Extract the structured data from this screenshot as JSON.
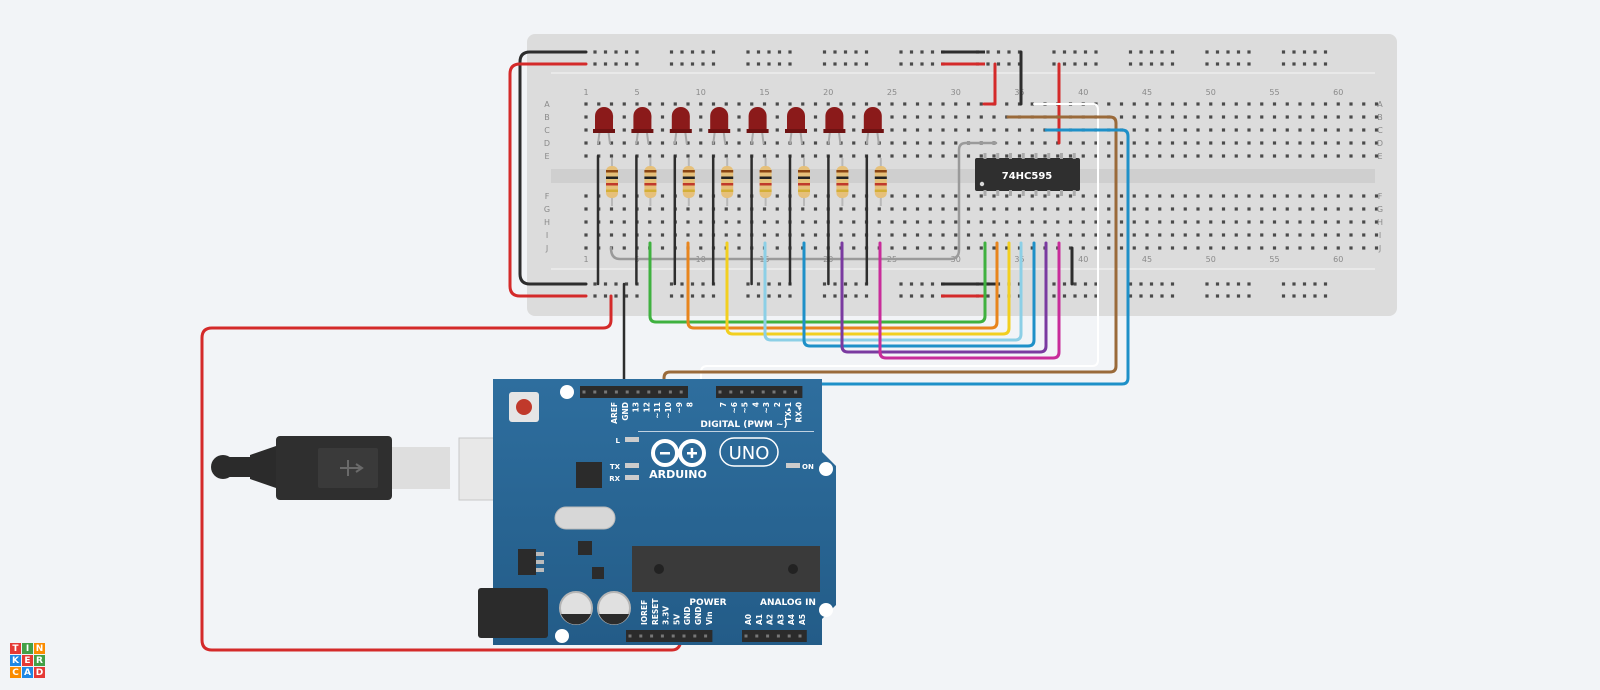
{
  "breadboard": {
    "column_numbers": [
      "1",
      "5",
      "10",
      "15",
      "20",
      "25",
      "30",
      "35",
      "40",
      "45",
      "50",
      "55",
      "60"
    ],
    "row_letters_top": [
      "A",
      "B",
      "C",
      "D",
      "E"
    ],
    "row_letters_bottom": [
      "F",
      "G",
      "H",
      "I",
      "J"
    ]
  },
  "chip": {
    "label": "74HC595"
  },
  "arduino": {
    "brand": "ARDUINO",
    "model": "UNO",
    "digital_label": "DIGITAL (PWM ~)",
    "power_label": "POWER",
    "analog_label": "ANALOG IN",
    "on_label": "ON",
    "led_labels": [
      "L",
      "TX",
      "RX"
    ],
    "top_pins": [
      "AREF",
      "GND",
      "13",
      "12",
      "~11",
      "~10",
      "~9",
      "8",
      "7",
      "~6",
      "~5",
      "4",
      "~3",
      "2",
      "TX▸1",
      "RX◂0"
    ],
    "power_pins": [
      "IOREF",
      "RESET",
      "3.3V",
      "5V",
      "GND",
      "GND",
      "Vin"
    ],
    "analog_pins": [
      "A0",
      "A1",
      "A2",
      "A3",
      "A4",
      "A5"
    ]
  },
  "leds": {
    "count": 8,
    "color": "#8b1a1a"
  },
  "wire_colors": {
    "red": "#d42a2a",
    "black": "#2d2d2d",
    "green": "#3fb13f",
    "orange": "#e8851d",
    "yellow": "#f2cf1f",
    "lightblue": "#8ccfe6",
    "blue": "#1e90c8",
    "purple": "#7a3aa0",
    "magenta": "#c82c9a",
    "brown": "#9a6a3a",
    "white": "#ffffff",
    "gray": "#9a9a9a"
  },
  "logo": {
    "letters": [
      "T",
      "I",
      "N",
      "K",
      "E",
      "R",
      "C",
      "A",
      "D"
    ],
    "colors": [
      "#e53935",
      "#43a047",
      "#fb8c00",
      "#1e88e5",
      "#e53935",
      "#43a047",
      "#fb8c00",
      "#1e88e5",
      "#e53935"
    ]
  }
}
